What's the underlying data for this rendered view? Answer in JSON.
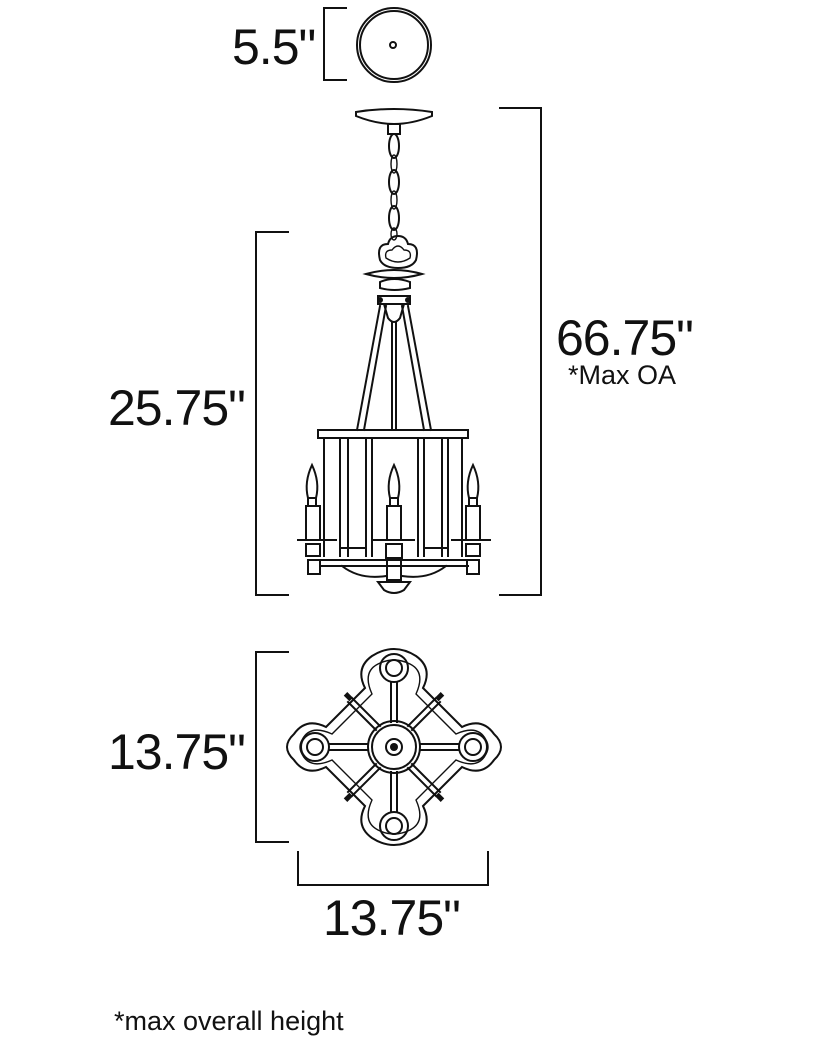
{
  "dimensions": {
    "canopy_diameter": "5.5\"",
    "overall_height": "66.75\"",
    "overall_height_note": "*Max OA",
    "fixture_height": "25.75\"",
    "fixture_depth": "13.75\"",
    "fixture_width": "13.75\""
  },
  "footnote": "*max overall height",
  "icons": [
    "canopy-icon",
    "chain-icon",
    "chandelier-side-icon",
    "chandelier-top-icon"
  ]
}
